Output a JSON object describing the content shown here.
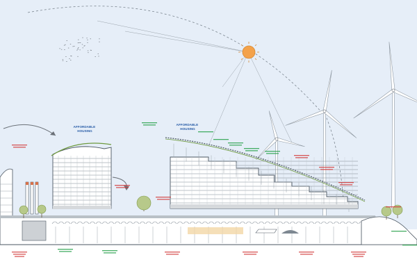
{
  "labels": {
    "housing_left": [
      "AFFORDABLE",
      "HOUSING"
    ],
    "housing_right": [
      "AFFORDABLE",
      "HOUSING"
    ]
  },
  "colors": {
    "sky": "#e6eef8",
    "ground": "#ffffff",
    "building_line": "#4a5560",
    "slab": "#d6d9dc",
    "roof_green": "#6e9a3e",
    "sun": "#f4a24a",
    "label_green": "#27a14a",
    "label_blue": "#2b5ea8",
    "label_red": "#d23b3b",
    "turbine": "#ffffff",
    "chimney": "#d6714a"
  },
  "icons": {
    "sun": "sun-icon",
    "turbine": "wind-turbine-icon",
    "tree": "tree-icon",
    "arrow": "curved-arrow-icon",
    "birds": "bird-flock-icon"
  }
}
